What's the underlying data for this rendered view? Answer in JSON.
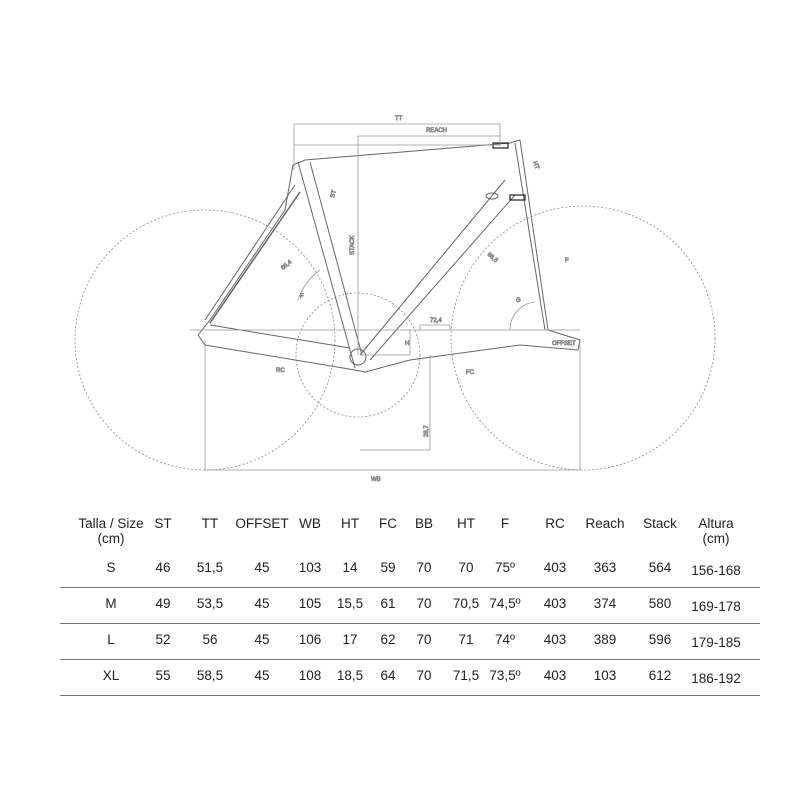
{
  "diagram": {
    "labels": {
      "tt": "TT",
      "reach": "REACH",
      "ht": "HT",
      "st": "ST",
      "stack": "STACK",
      "rc": "RC",
      "fc": "FC",
      "wb": "WB",
      "offset": "OFFSET",
      "h": "H",
      "f_left": "F",
      "f_right": "F",
      "g": "G",
      "angle_seat": "66,4",
      "angle_head": "66,3",
      "dim_72": "72,4",
      "dim_28": "28,7"
    }
  },
  "table": {
    "headers": [
      {
        "label": "Talla / Size",
        "sub": "(cm)"
      },
      {
        "label": "ST"
      },
      {
        "label": "TT"
      },
      {
        "label": "OFFSET"
      },
      {
        "label": "WB"
      },
      {
        "label": "HT"
      },
      {
        "label": "FC"
      },
      {
        "label": "BB"
      },
      {
        "label": "HT"
      },
      {
        "label": "F"
      },
      {
        "label": "RC"
      },
      {
        "label": "Reach"
      },
      {
        "label": "Stack"
      },
      {
        "label": "Altura",
        "sub": "(cm)"
      }
    ],
    "rows": [
      [
        "S",
        "46",
        "51,5",
        "45",
        "103",
        "14",
        "59",
        "70",
        "70",
        "75º",
        "403",
        "363",
        "564",
        "156-168"
      ],
      [
        "M",
        "49",
        "53,5",
        "45",
        "105",
        "15,5",
        "61",
        "70",
        "70,5",
        "74,5º",
        "403",
        "374",
        "580",
        "169-178"
      ],
      [
        "L",
        "52",
        "56",
        "45",
        "106",
        "17",
        "62",
        "70",
        "71",
        "74º",
        "403",
        "389",
        "596",
        "179-185"
      ],
      [
        "XL",
        "55",
        "58,5",
        "45",
        "108",
        "18,5",
        "64",
        "70",
        "71,5",
        "73,5º",
        "403",
        "103",
        "612",
        "186-192"
      ]
    ]
  }
}
